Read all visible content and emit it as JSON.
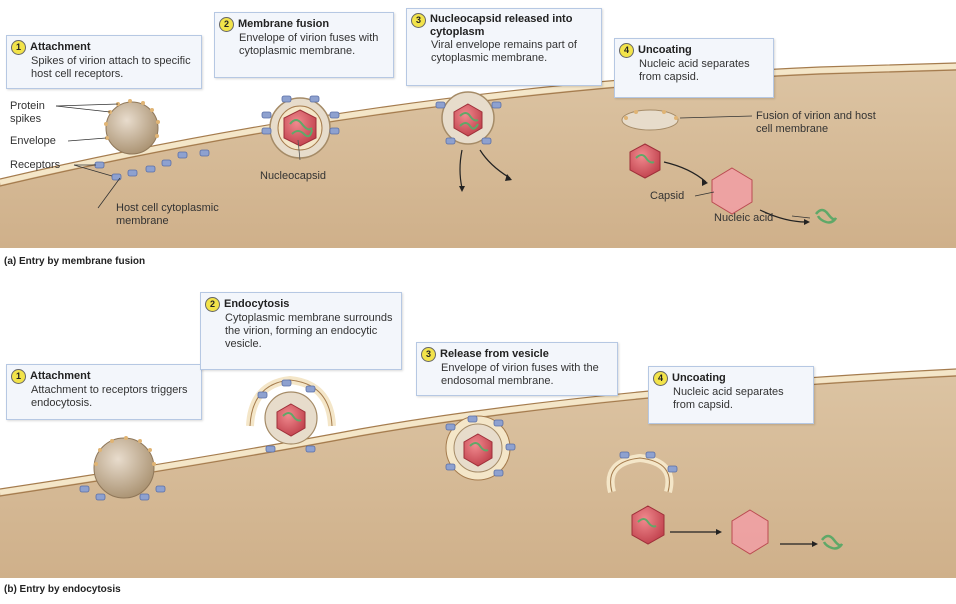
{
  "panel_a": {
    "caption": "(a) Entry by membrane fusion",
    "steps": [
      {
        "num": "1",
        "title": "Attachment",
        "text": "Spikes of virion attach to specific host cell receptors."
      },
      {
        "num": "2",
        "title": "Membrane fusion",
        "text": "Envelope of virion fuses with cytoplasmic membrane."
      },
      {
        "num": "3",
        "title": "Nucleocapsid released into cytoplasm",
        "text": "Viral envelope remains part of cytoplasmic membrane."
      },
      {
        "num": "4",
        "title": "Uncoating",
        "text": "Nucleic acid separates from capsid."
      }
    ],
    "labels": {
      "protein_spikes": "Protein spikes",
      "envelope": "Envelope",
      "receptors": "Receptors",
      "host_membrane": "Host cell cytoplasmic membrane",
      "nucleocapsid": "Nucleocapsid",
      "fusion": "Fusion of virion and host cell membrane",
      "capsid": "Capsid",
      "nucleic_acid": "Nucleic acid"
    }
  },
  "panel_b": {
    "caption": "(b) Entry by endocytosis",
    "steps": [
      {
        "num": "1",
        "title": "Attachment",
        "text": "Attachment to receptors triggers endocytosis."
      },
      {
        "num": "2",
        "title": "Endocytosis",
        "text": "Cytoplasmic membrane surrounds the virion, forming an endocytic vesicle."
      },
      {
        "num": "3",
        "title": "Release from vesicle",
        "text": "Envelope of virion fuses with the endosomal membrane."
      },
      {
        "num": "4",
        "title": "Uncoating",
        "text": "Nucleic acid separates from capsid."
      }
    ]
  },
  "colors": {
    "cytoplasm": "#d8bf9c",
    "membrane": "#f4e6c8",
    "membrane_edge": "#a57c4e",
    "virion": "#c9b197",
    "receptor": "#8ea1cf",
    "capsid": "#d9535f",
    "nucleic_acid": "#5fa868",
    "label_box": "#f3f6fb",
    "step_number": "#f2e34a"
  }
}
